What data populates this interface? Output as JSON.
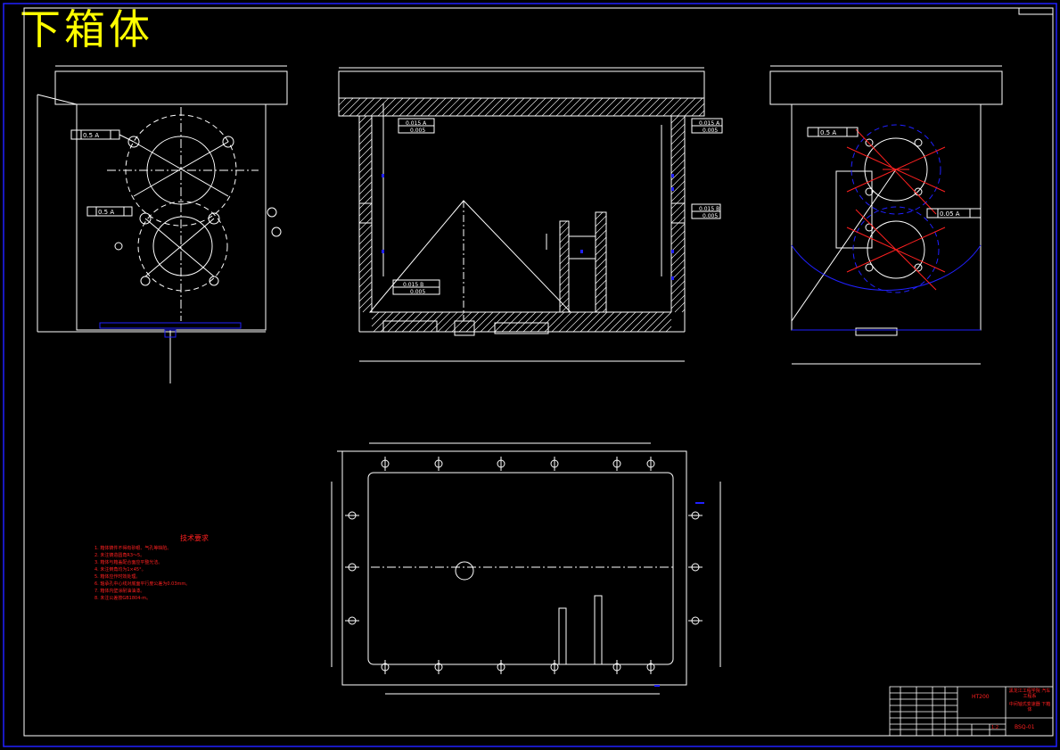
{
  "drawing_title": "下箱体",
  "technical_requirements": {
    "heading": "技术要求",
    "items": [
      "1. 箱体铸件不得有砂眼、气孔等缺陷。",
      "2. 未注铸造圆角R3～5。",
      "3. 箱体与箱盖配合面应平整光洁。",
      "4. 未注倒角均为1×45°。",
      "5. 箱体应作时效处理。",
      "6. 轴承孔中心线对底面平行度公差为0.03mm。",
      "7. 箱体内壁涂耐油油漆。",
      "8. 未注公差按GB1804-m。"
    ]
  },
  "title_block": {
    "school": "黑龙江工程学院 汽车工程系",
    "drawing_name": "中间轴式变速器 下箱体",
    "material": "HT200",
    "drawing_no": "BSQ-01",
    "scale": "1:2"
  },
  "tolerance_frames": {
    "left_top": "0.5 A",
    "left_mid": "0.5 A",
    "center_top_left": "0.015 A",
    "center_top_left_sub": "0.005",
    "center_top_right": "0.015 A",
    "center_top_right_sub": "0.005",
    "center_mid_right": "0.015 B",
    "center_mid_right_sub": "0.005",
    "center_bottom": "0.015 B",
    "center_bottom_sub": "0.005",
    "right_top": "0.5 A",
    "right_mid": "0.05 A"
  },
  "colors": {
    "line": "#ffffff",
    "accent": "#ffff00",
    "center": "#ff2020",
    "border": "#2020ff"
  }
}
